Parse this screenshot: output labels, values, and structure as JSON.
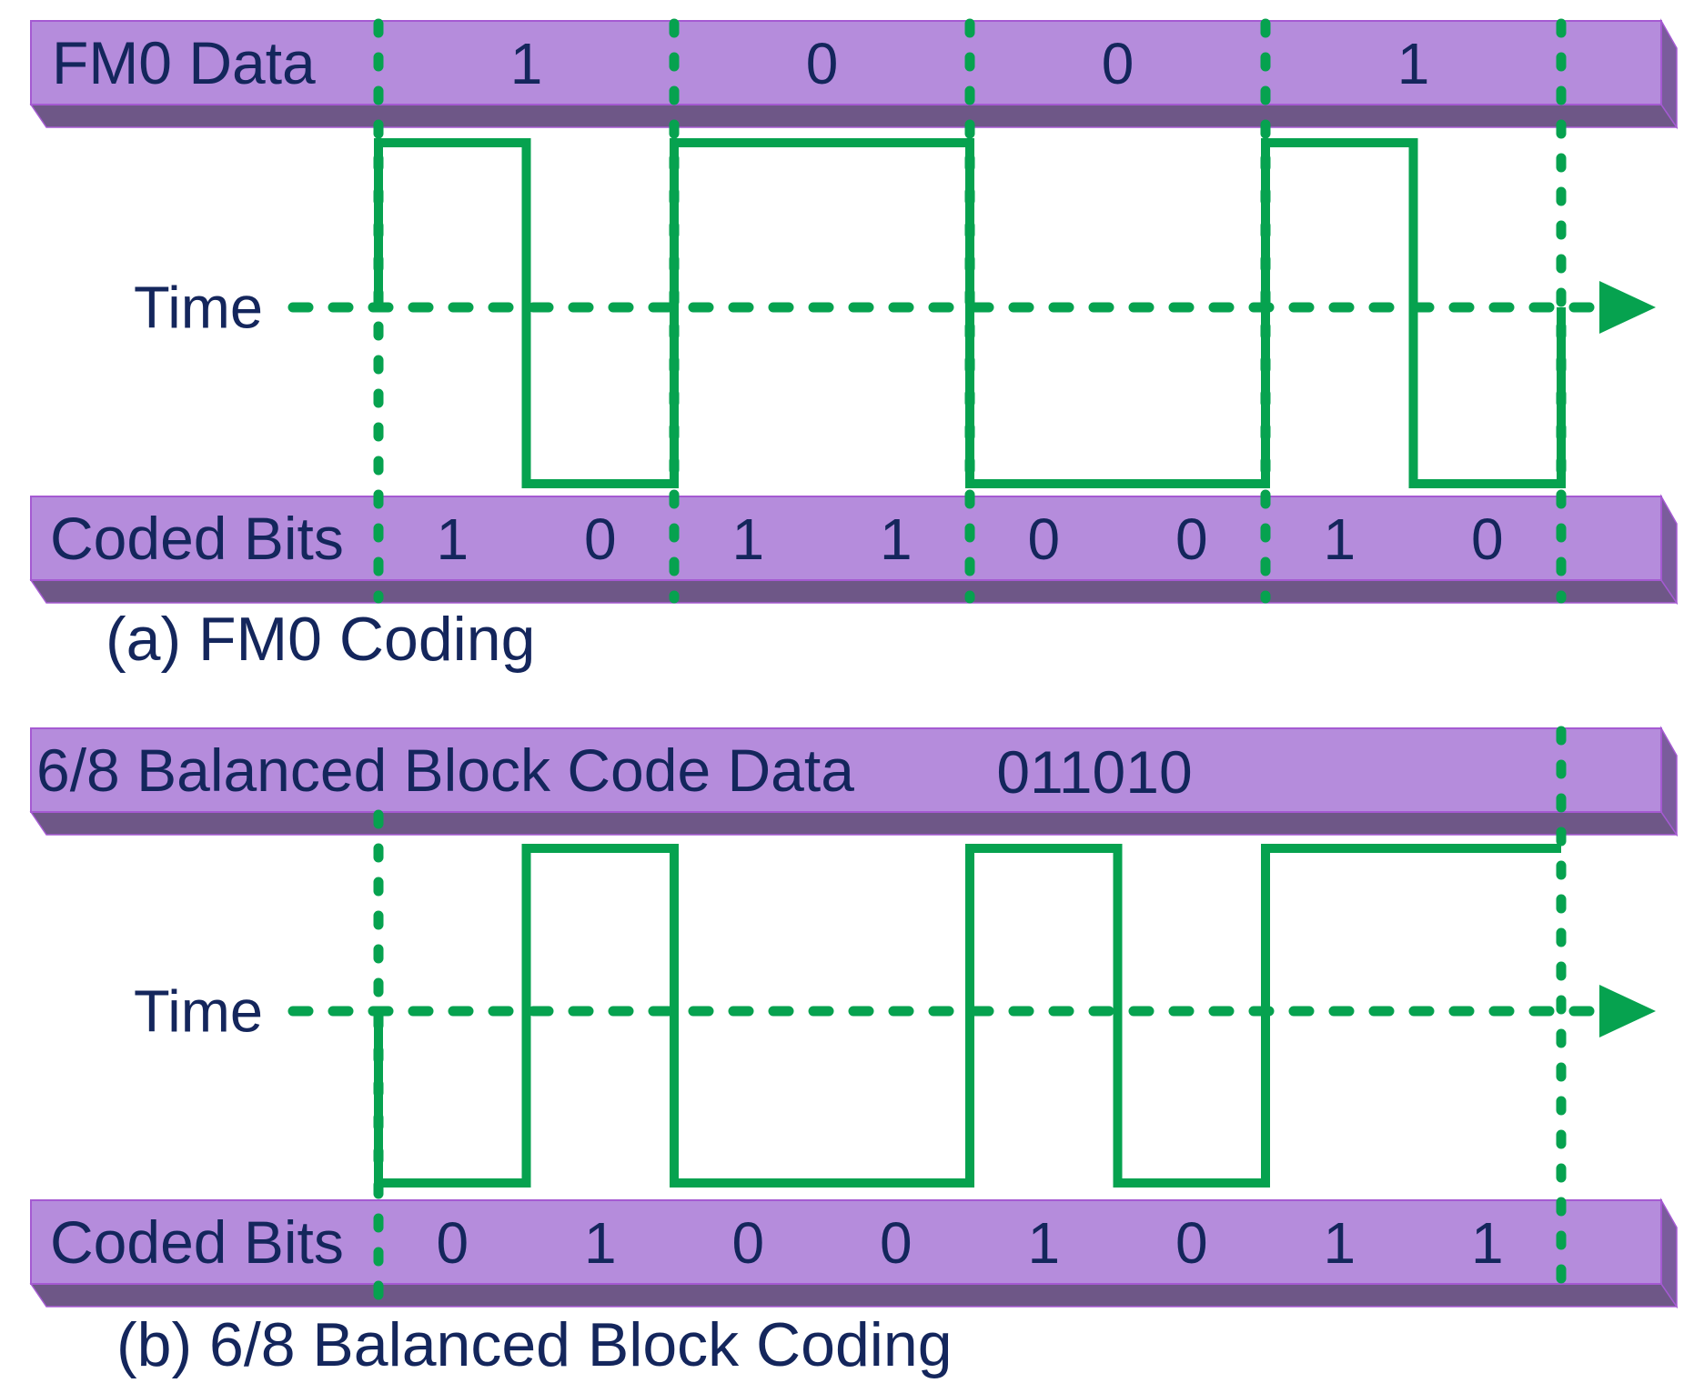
{
  "figure": {
    "panel_a": {
      "data_bar": {
        "label": "FM0 Data",
        "bits": [
          "1",
          "0",
          "0",
          "1"
        ]
      },
      "time_label": "Time",
      "coded_bar": {
        "label": "Coded Bits",
        "bits": [
          "1",
          "0",
          "1",
          "1",
          "0",
          "0",
          "1",
          "0"
        ]
      },
      "caption": "(a) FM0 Coding"
    },
    "panel_b": {
      "data_bar": {
        "label": "6/8 Balanced Block Code Data",
        "value": "011010"
      },
      "time_label": "Time",
      "coded_bar": {
        "label": "Coded Bits",
        "bits": [
          "0",
          "1",
          "0",
          "0",
          "1",
          "0",
          "1",
          "1"
        ]
      },
      "caption": "(b) 6/8 Balanced Block Coding"
    },
    "colors": {
      "bar_face_purple": "#b58cdc",
      "bar_shadow_purple": "#6e5787",
      "bar_edge_purple": "#a55ad2",
      "waveform_green": "#06a24f",
      "text_navy": "#14265c"
    }
  }
}
